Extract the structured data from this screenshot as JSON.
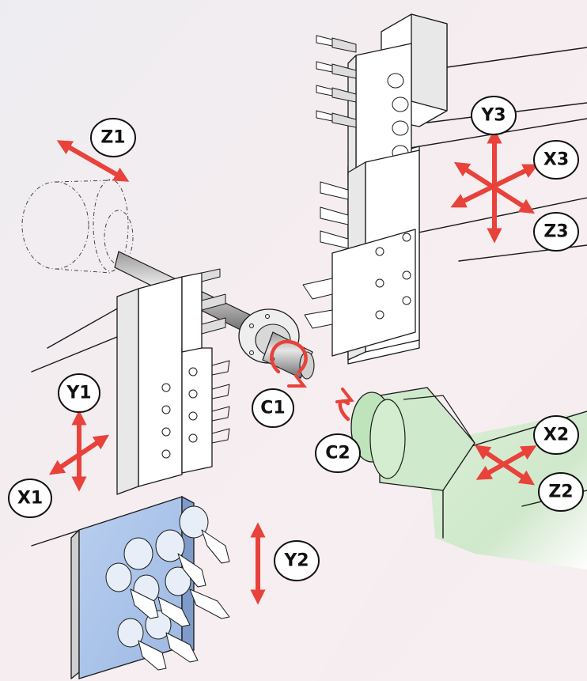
{
  "diagram": {
    "axes": {
      "z1": "Z1",
      "y1": "Y1",
      "x1": "X1",
      "c1": "C1",
      "y2": "Y2",
      "c2": "C2",
      "x2": "X2",
      "z2": "Z2",
      "y3": "Y3",
      "x3": "X3",
      "z3": "Z3"
    },
    "colors": {
      "arrow": "#e8423a",
      "background_tint": "#f3e9ec",
      "tool_block": "#a9c3e8",
      "spindle_green": "#cfe9cc"
    }
  }
}
